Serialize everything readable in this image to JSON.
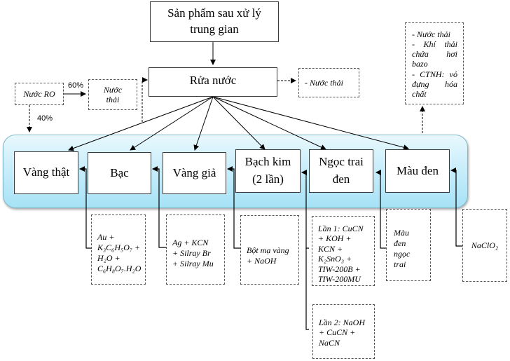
{
  "top_box": {
    "line1": "Sản phẩm sau xử lý",
    "line2": "trung gian"
  },
  "wash_box": {
    "label": "Rửa nước"
  },
  "ro_water": {
    "label": "Nước RO",
    "pct_to_waste": "60%",
    "pct_to_wash": "40%"
  },
  "ro_waste": {
    "line1": "Nước",
    "line2": "thải"
  },
  "wash_waste": {
    "label": "- Nước thải"
  },
  "waste_top_right": {
    "lines": [
      "- Nước thải",
      "- Khí thải chứa hơi bazo",
      "- CTNH: vỏ đựng hóa chất"
    ]
  },
  "stages": [
    {
      "line1": "Vàng thật",
      "line2": ""
    },
    {
      "line1": "Bạc",
      "line2": ""
    },
    {
      "line1": "Vàng giả",
      "line2": ""
    },
    {
      "line1": "Bạch kim",
      "line2": "(2 lần)"
    },
    {
      "line1": "Ngọc trai",
      "line2": "đen"
    },
    {
      "line1": "Màu đen",
      "line2": ""
    }
  ],
  "inputs": {
    "vang_that": [
      "Au +",
      "K₃C₆H₅O₇ +",
      "H₂O +",
      "C₆H₈O₇.H₂O"
    ],
    "bac": [
      "Ag + KCN",
      "+ Silray Br",
      "+ Silray Mu"
    ],
    "vang_gia": [
      "Bột mạ vàng",
      "+ NaOH"
    ],
    "bach_kim_1": [
      "Lần 1: CuCN",
      "+ KOH +",
      "KCN +",
      "K₂SnO₃ +",
      "TIW-200B +",
      "TIW-200MU"
    ],
    "bach_kim_2": [
      "Lần 2: NaOH",
      "+ CuCN +",
      "NaCN"
    ],
    "ngoc_trai": [
      "Màu",
      "đen",
      "ngọc",
      "trai"
    ],
    "mau_den": [
      "NaClO₂"
    ]
  },
  "colors": {
    "band_top": "#e8f8fd",
    "band_bottom": "#a6e2f6",
    "band_border": "#7fb8c6"
  }
}
